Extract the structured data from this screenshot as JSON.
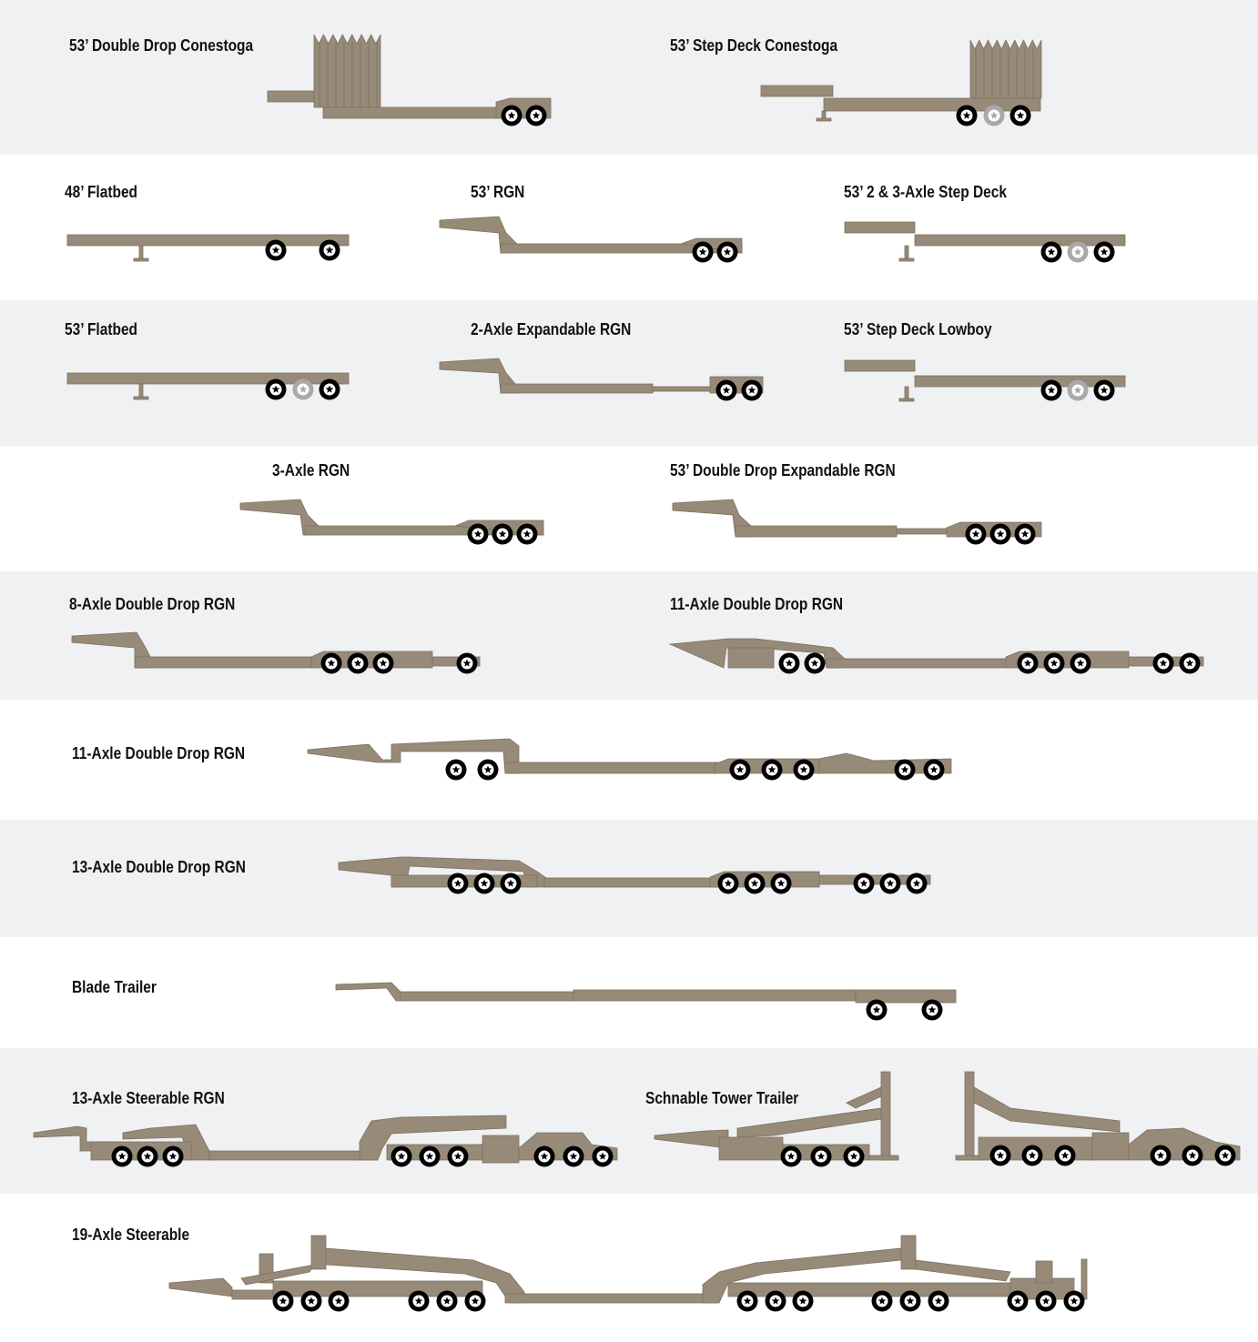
{
  "colors": {
    "trailer": "#978a78",
    "trailer_line": "#7d7060",
    "band_gray": "#f0f1f3",
    "wheel": "#000000",
    "lift_wheel": "#a9a9a9"
  },
  "trailers": [
    {
      "title": "53’ Double Drop Conestoga"
    },
    {
      "title": "53’ Step Deck Conestoga"
    },
    {
      "title": "48’ Flatbed"
    },
    {
      "title": "53’ RGN"
    },
    {
      "title": "53’ 2 & 3-Axle Step Deck"
    },
    {
      "title": "53’ Flatbed"
    },
    {
      "title": "2-Axle Expandable RGN"
    },
    {
      "title": "53’ Step Deck Lowboy"
    },
    {
      "title": "3-Axle RGN"
    },
    {
      "title": "53’ Double Drop Expandable RGN"
    },
    {
      "title": "8-Axle Double Drop RGN"
    },
    {
      "title": "11-Axle Double Drop RGN"
    },
    {
      "title": "11-Axle Double Drop RGN"
    },
    {
      "title": "13-Axle Double Drop RGN"
    },
    {
      "title": "Blade Trailer"
    },
    {
      "title": "13-Axle Steerable RGN"
    },
    {
      "title": "Schnable Tower Trailer"
    },
    {
      "title": "19-Axle Steerable"
    }
  ]
}
